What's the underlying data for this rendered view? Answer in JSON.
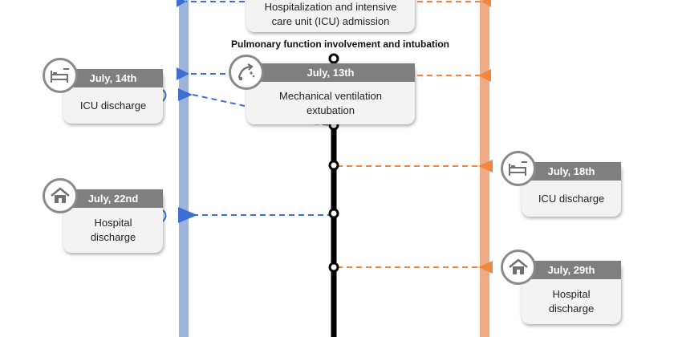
{
  "events": {
    "icu_admission": {
      "body": "Hospitalization and intensive\ncare unit (ICU) admission"
    },
    "pulmonary_label": "Pulmonary function involvement and intubation",
    "ventilation": {
      "date": "July, 13th",
      "body": "Mechanical ventilation\nextubation",
      "icon": "ventilator-icon"
    },
    "left_icu_discharge": {
      "date": "July, 14th",
      "body": "ICU discharge",
      "icon": "hospital-bed-icon"
    },
    "left_hospital_discharge": {
      "date": "July, 22nd",
      "body": "Hospital\ndischarge",
      "icon": "house-icon"
    },
    "right_icu_discharge": {
      "date": "July, 18th",
      "body": "ICU discharge",
      "icon": "hospital-bed-icon"
    },
    "right_hospital_discharge": {
      "date": "July, 29th",
      "body": "Hospital\ndischarge",
      "icon": "house-icon"
    }
  },
  "colors": {
    "left_track": "#9db3d8",
    "left_arrow": "#3c6fd1",
    "right_track": "#f0aa86",
    "right_arrow": "#ee8840",
    "center_track": "#000000",
    "card_header": "#7f7f7f",
    "card_body": "#f3f3f3"
  }
}
